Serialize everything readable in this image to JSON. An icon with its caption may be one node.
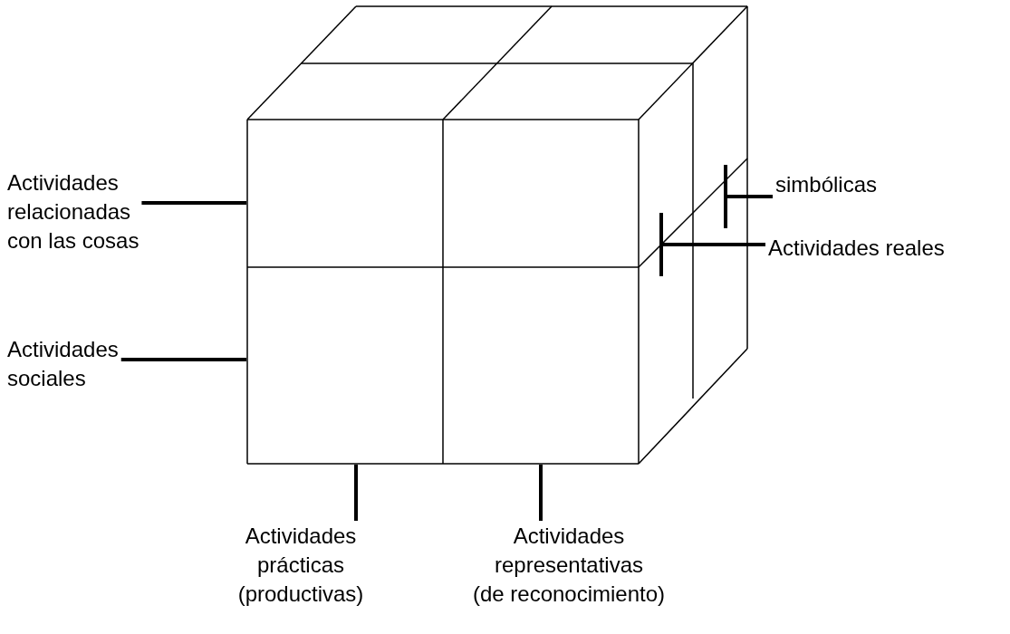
{
  "diagram": {
    "nodes": [
      {
        "text": [
          "Actividades relacionadas con las cosas"
        ]
      },
      {
        "text": [
          "Actividades sociales"
        ]
      },
      {
        "text": [
          "Actividades prácticas (productivas)"
        ]
      },
      {
        "text": [
          "Actividades representativas (de reconocimiento)"
        ]
      },
      {
        "text": [
          "simbólicas"
        ]
      },
      {
        "text": [
          "Actividades reales"
        ]
      }
    ],
    "edges": [
      {
        "from": 0,
        "to": null,
        "arrow": "none"
      },
      {
        "from": 1,
        "to": null,
        "arrow": "none"
      },
      {
        "from": 2,
        "to": null,
        "arrow": "none"
      },
      {
        "from": 3,
        "to": null,
        "arrow": "none"
      },
      {
        "from": 4,
        "to": null,
        "arrow": "other"
      },
      {
        "from": 5,
        "to": null,
        "arrow": "other"
      }
    ]
  }
}
